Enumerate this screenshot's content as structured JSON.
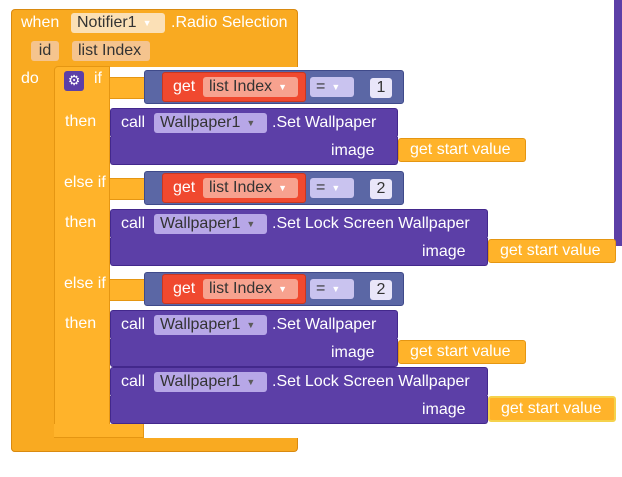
{
  "event": {
    "when": "when",
    "component": "Notifier1",
    "event_name": ".Radio Selection",
    "param_label": "id",
    "param": "list Index",
    "do": "do"
  },
  "if_block": {
    "if": "if",
    "then": "then",
    "else_if": "else if"
  },
  "compare": {
    "get": "get",
    "variable": "list Index",
    "operator": "=",
    "values": [
      "1",
      "2",
      "2"
    ]
  },
  "calls": {
    "call": "call",
    "component": "Wallpaper1",
    "set_wallpaper": ".Set Wallpaper",
    "set_lock": ".Set Lock Screen Wallpaper",
    "image": "image",
    "start_value": "get start value"
  },
  "colors": {
    "event": "#f9aa21",
    "control": "#ffb32a",
    "compare": "#5b67a5",
    "get": "#f0492f",
    "call": "#5c3fa7"
  }
}
